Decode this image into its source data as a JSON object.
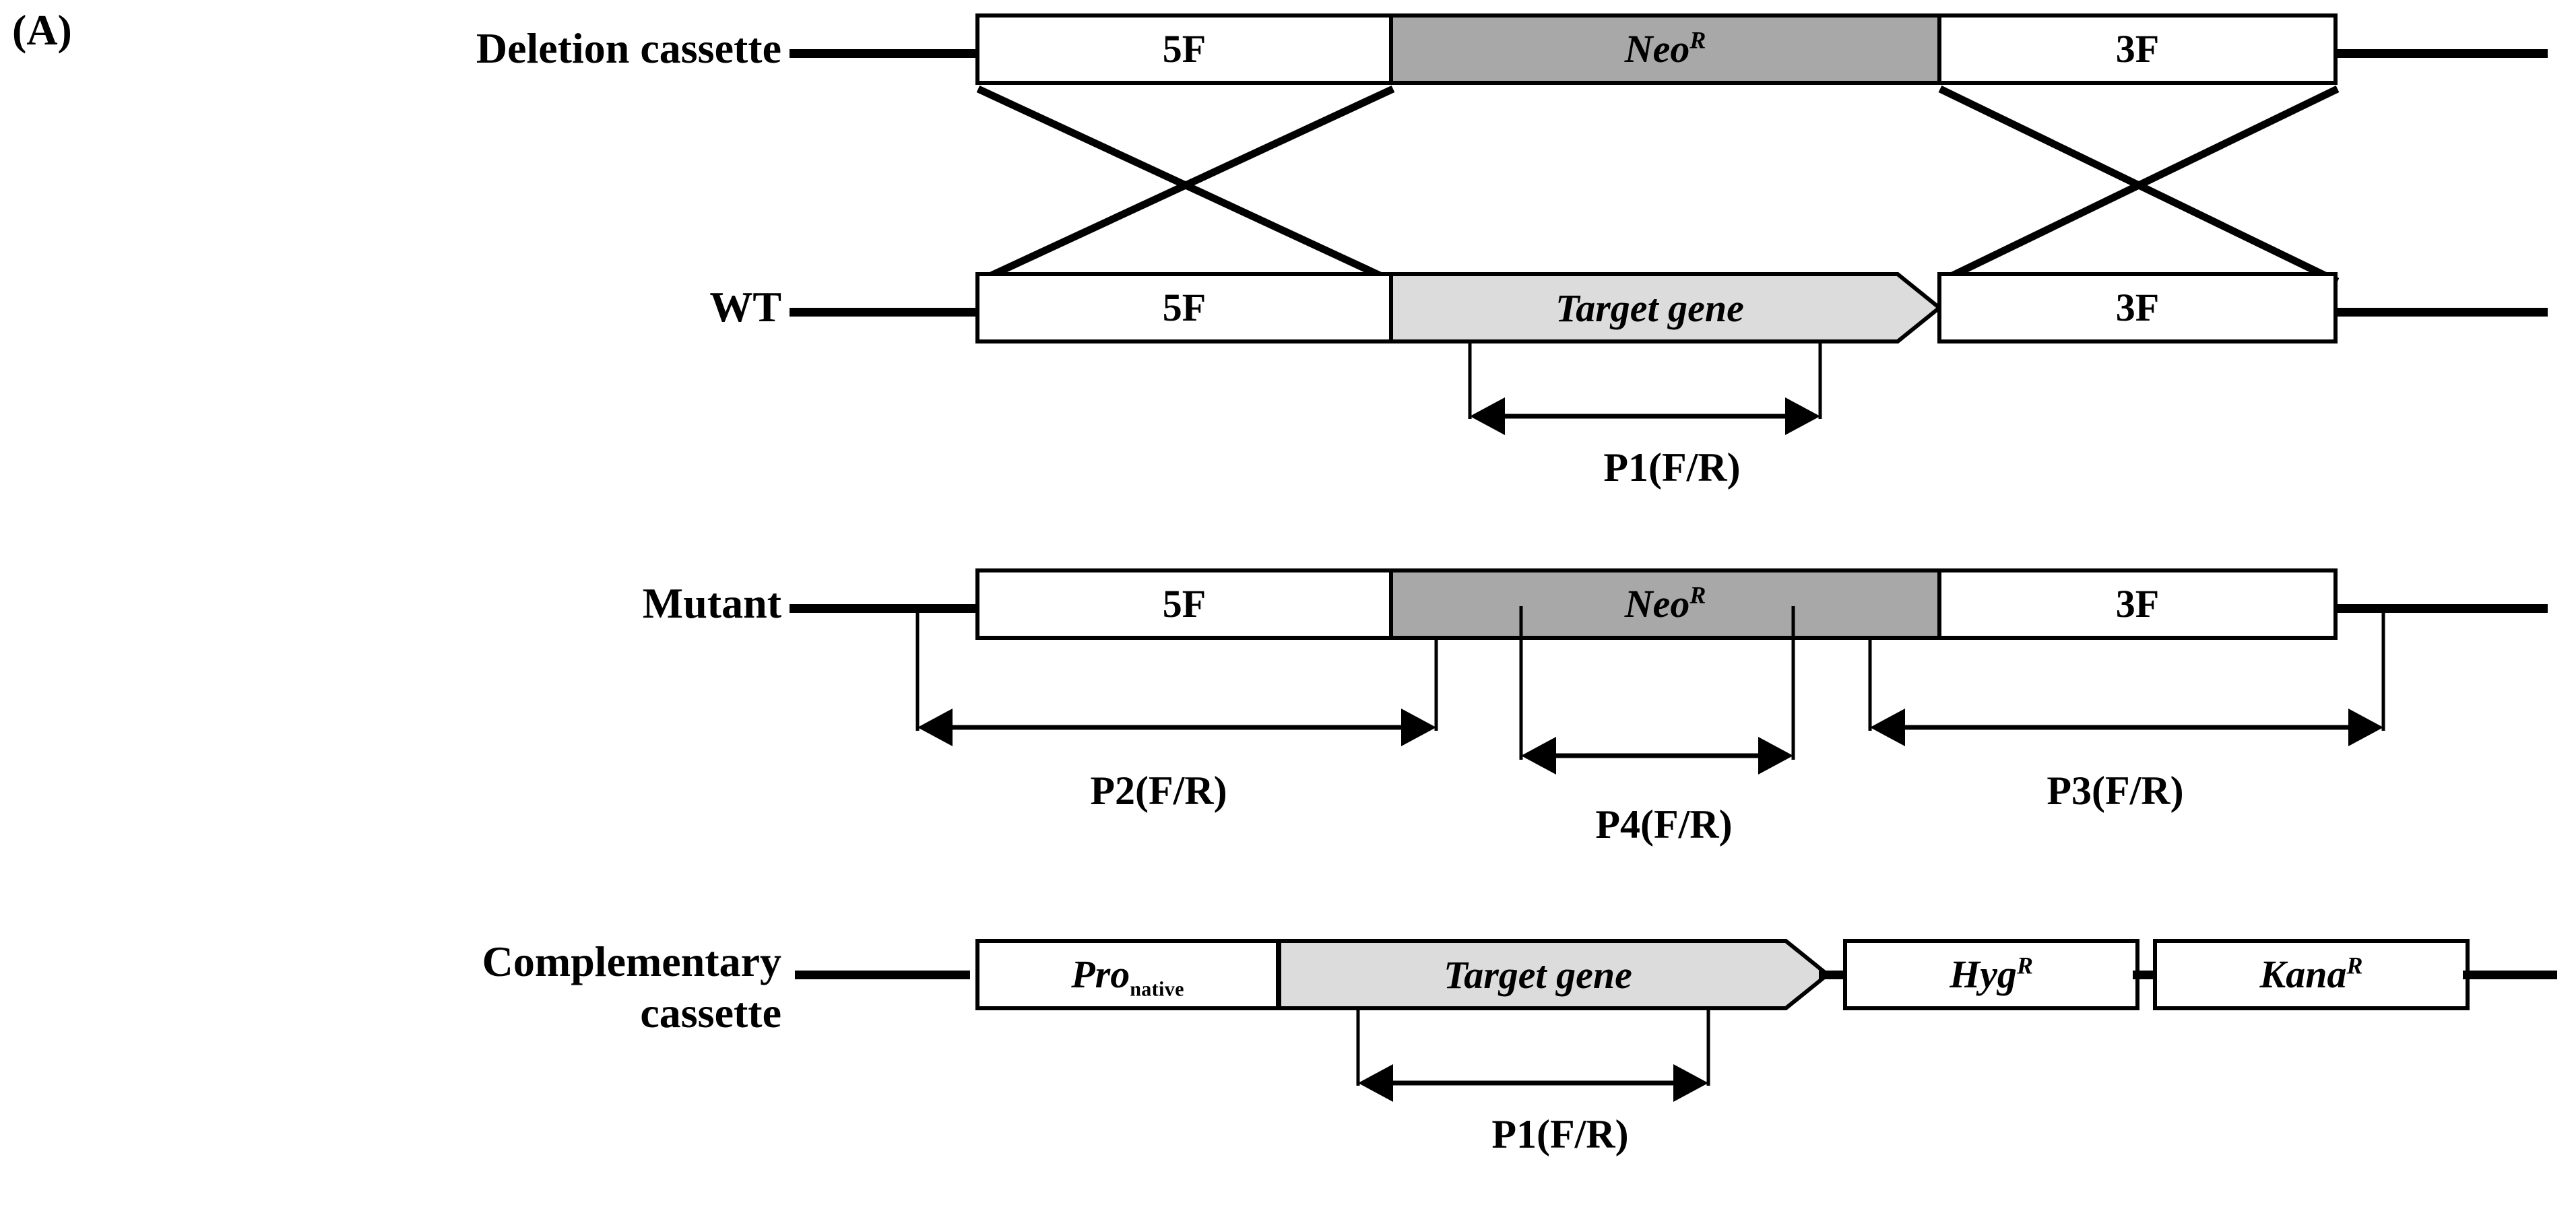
{
  "figure": {
    "panel_letter": "(A)",
    "colors": {
      "neo_fill": "#a8a8a8",
      "target_gene_fill": "#dcdcdc",
      "box_fill": "#ffffff",
      "stroke": "#000000"
    }
  },
  "rows": {
    "deletion_cassette": {
      "label": "Deletion cassette",
      "segments": [
        {
          "name": "5F",
          "text": "5F",
          "style": "plain",
          "fill": "white"
        },
        {
          "name": "neo",
          "text": "Neo",
          "sup": "R",
          "style": "italic",
          "fill": "gray"
        },
        {
          "name": "3F",
          "text": "3F",
          "style": "plain",
          "fill": "white"
        }
      ]
    },
    "wt": {
      "label": "WT",
      "segments": [
        {
          "name": "5F",
          "text": "5F",
          "style": "plain",
          "fill": "white"
        },
        {
          "name": "target-gene",
          "text": "Target gene",
          "style": "italic",
          "fill": "lightgray",
          "shape": "arrow"
        },
        {
          "name": "3F",
          "text": "3F",
          "style": "plain",
          "fill": "white"
        }
      ],
      "primer": {
        "label": "P1(F/R)"
      }
    },
    "mutant": {
      "label": "Mutant",
      "segments": [
        {
          "name": "5F",
          "text": "5F",
          "style": "plain",
          "fill": "white"
        },
        {
          "name": "neo",
          "text": "Neo",
          "sup": "R",
          "style": "italic",
          "fill": "gray"
        },
        {
          "name": "3F",
          "text": "3F",
          "style": "plain",
          "fill": "white"
        }
      ],
      "primers": [
        {
          "label": "P2(F/R)"
        },
        {
          "label": "P4(F/R)"
        },
        {
          "label": "P3(F/R)"
        }
      ]
    },
    "complementary_cassette": {
      "label_line1": "Complementary",
      "label_line2": "cassette",
      "segments": [
        {
          "name": "promoter",
          "text": "Pro",
          "sub": "native",
          "style": "italic",
          "fill": "white"
        },
        {
          "name": "target-gene",
          "text": "Target gene",
          "style": "italic",
          "fill": "lightgray",
          "shape": "arrow"
        },
        {
          "name": "hyg",
          "text": "Hyg",
          "sup": "R",
          "style": "italic",
          "fill": "white"
        },
        {
          "name": "kana",
          "text": "Kana",
          "sup": "R",
          "style": "italic",
          "fill": "white"
        }
      ],
      "primer": {
        "label": "P1(F/R)"
      }
    }
  }
}
